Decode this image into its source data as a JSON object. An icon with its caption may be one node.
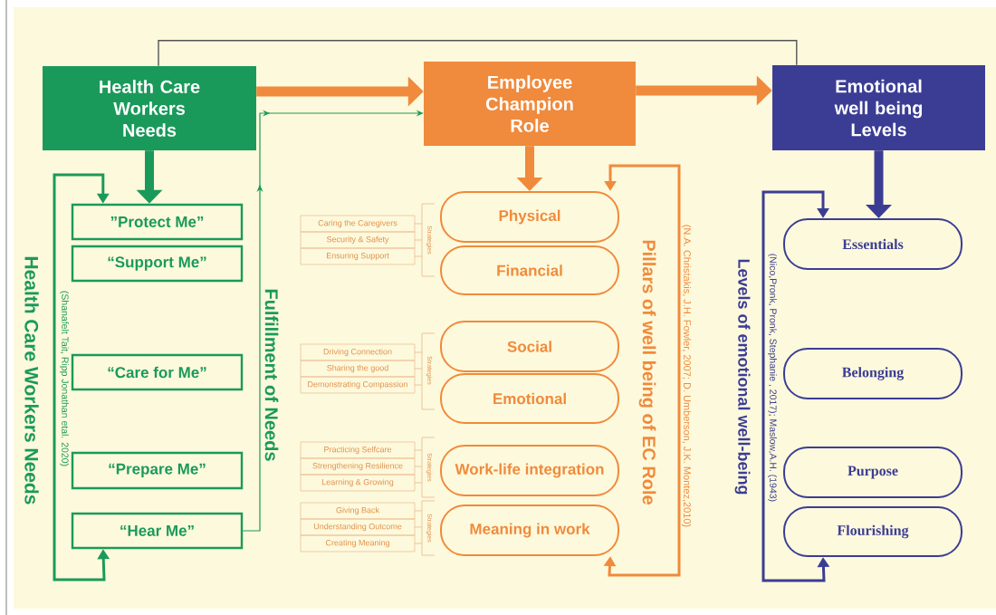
{
  "diagram": {
    "nodes": [
      {
        "text": [
          "Health Care Workers Needs"
        ]
      },
      {
        "text": [
          "”Protect Me”"
        ]
      },
      {
        "text": [
          "“Support Me”"
        ]
      },
      {
        "text": [
          "“Care for Me”"
        ]
      },
      {
        "text": [
          "“Prepare Me”"
        ]
      },
      {
        "text": [
          "“Hear Me”"
        ]
      },
      {
        "text": [
          "Employee Champion Role"
        ]
      },
      {
        "text": [
          "Physical"
        ]
      },
      {
        "text": [
          "Financial"
        ]
      },
      {
        "text": [
          "Social"
        ]
      },
      {
        "text": [
          "Emotional"
        ]
      },
      {
        "text": [
          "Work-life integration"
        ]
      },
      {
        "text": [
          "Meaning in work"
        ]
      },
      {
        "text": [
          "Emotional well being Levels"
        ]
      },
      {
        "text": [
          "Essentials"
        ]
      },
      {
        "text": [
          "Belonging"
        ]
      },
      {
        "text": [
          "Purpose"
        ]
      },
      {
        "text": [
          "Flourishing"
        ]
      },
      {
        "text": [
          "Caring the Caregivers"
        ]
      },
      {
        "text": [
          "Security & Safety"
        ]
      },
      {
        "text": [
          "Ensuring Support"
        ]
      },
      {
        "text": [
          "Driving Connection"
        ]
      },
      {
        "text": [
          "Sharing the good"
        ]
      },
      {
        "text": [
          "Demonstrating Compassion"
        ]
      },
      {
        "text": [
          "Practicing Selfcare"
        ]
      },
      {
        "text": [
          "Strengthening Resilience"
        ]
      },
      {
        "text": [
          "Learning & Growing"
        ]
      },
      {
        "text": [
          "Giving Back"
        ]
      },
      {
        "text": [
          "Understanding Outcome"
        ]
      },
      {
        "text": [
          "Creating Meaning"
        ]
      }
    ],
    "edges": [
      {
        "from": 0,
        "to": 6,
        "arrow": "to",
        "style": "thick",
        "color": "#f08a3c"
      },
      {
        "from": 6,
        "to": 13,
        "arrow": "to",
        "style": "thick",
        "color": "#f08a3c"
      },
      {
        "from": 0,
        "to": 13,
        "arrow": "none",
        "color": "#555555"
      },
      {
        "from": 0,
        "to": 1,
        "arrow": "to",
        "style": "thick",
        "color": "#1a9a5a"
      },
      {
        "from": 6,
        "to": 7,
        "arrow": "to",
        "style": "thick",
        "color": "#f08a3c"
      },
      {
        "from": 13,
        "to": 14,
        "arrow": "to",
        "style": "thick",
        "color": "#3b3d94"
      },
      {
        "from": 1,
        "to": 5,
        "arrow": "both",
        "color": "#1a9a5a"
      },
      {
        "from": 7,
        "to": 12,
        "arrow": "both",
        "color": "#f08a3c"
      },
      {
        "from": 14,
        "to": 17,
        "arrow": "both",
        "color": "#3b3d94"
      },
      {
        "from": 5,
        "to": 6,
        "arrow": "to",
        "color": "#1a9a5a"
      }
    ],
    "labels": [
      "Health Care Workers Needs",
      "(Shanafelt Tait, Ripp Jonathan etal. 2020)",
      "Fulfillment of Needs",
      "Strategies",
      "Strategies",
      "Strategies",
      "Strategies",
      "Pillars of well being of EC Role",
      "(N.A. Christakis, J.H. Fowler, 2007; D. Umberson, J.K. Montez,2010)",
      "Levels of emotional well-being",
      "(Nico,Pronk, Pronk, Stephanie , 2017); Maslow,A.H. (1943)"
    ]
  }
}
